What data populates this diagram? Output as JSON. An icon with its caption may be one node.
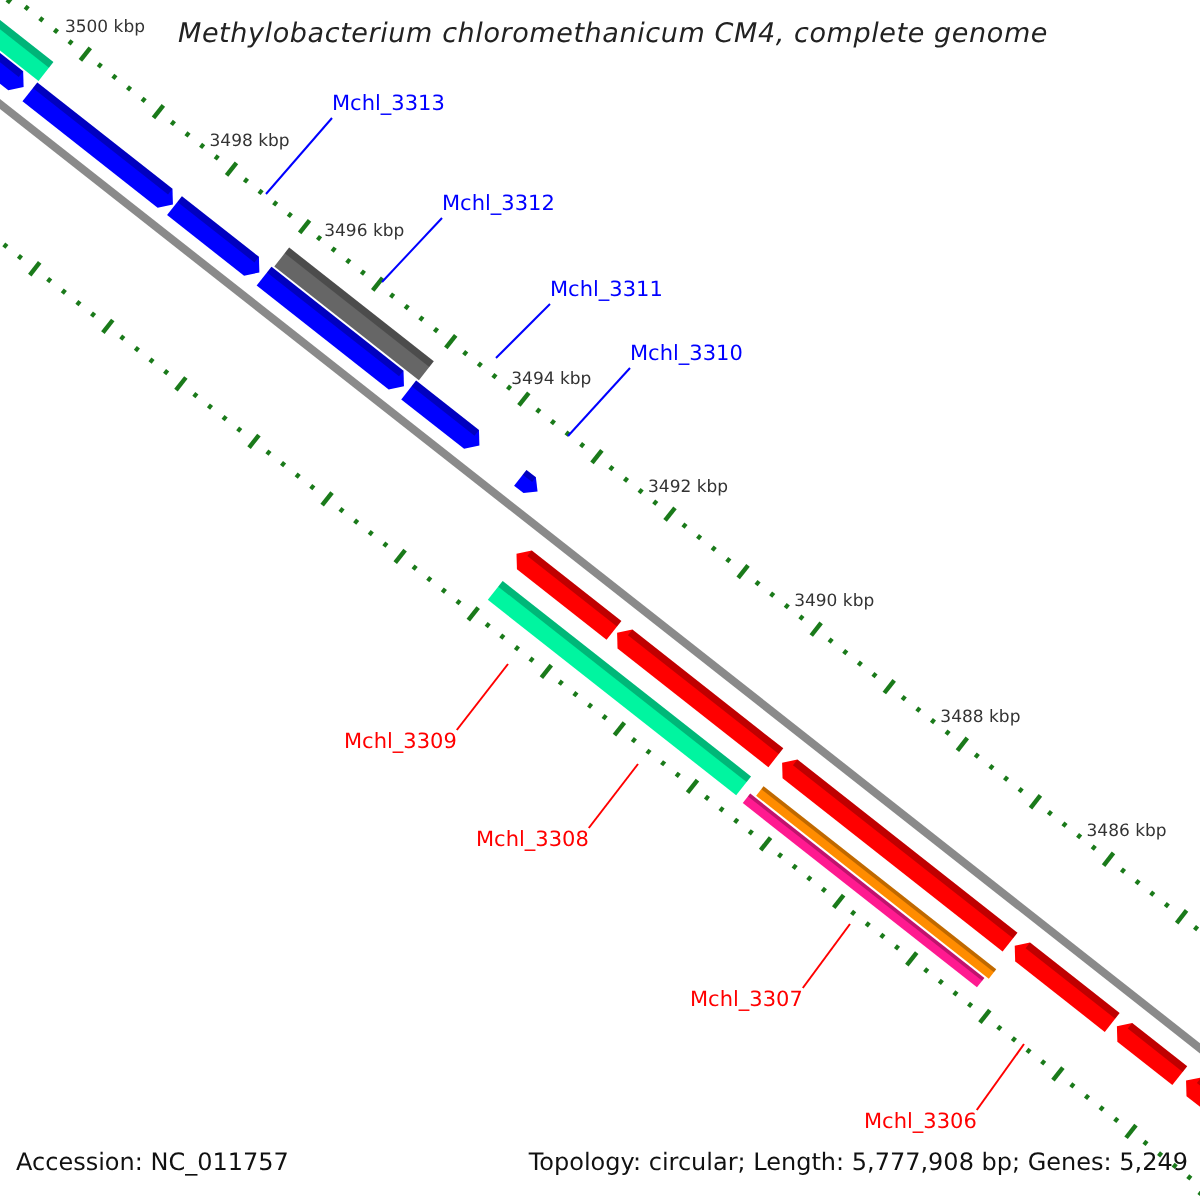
{
  "diagram": {
    "title": "Methylobacterium chloromethanicum CM4, complete genome",
    "nodes": [
      {
        "text": [
          "Mchl_3313"
        ]
      },
      {
        "text": [
          "Mchl_3312"
        ]
      },
      {
        "text": [
          "Mchl_3311"
        ]
      },
      {
        "text": [
          "Mchl_3310"
        ]
      },
      {
        "text": [
          "Mchl_3309"
        ]
      },
      {
        "text": [
          "Mchl_3308"
        ]
      },
      {
        "text": [
          "Mchl_3307"
        ]
      },
      {
        "text": [
          "Mchl_3306"
        ]
      }
    ],
    "edges": [
      {
        "from": 0,
        "to": null,
        "arrow": "none",
        "color": "#0000ff"
      },
      {
        "from": 1,
        "to": null,
        "arrow": "none",
        "color": "#0000ff"
      },
      {
        "from": 2,
        "to": null,
        "arrow": "none",
        "color": "#0000ff"
      },
      {
        "from": 3,
        "to": null,
        "arrow": "none",
        "color": "#0000ff"
      },
      {
        "from": 4,
        "to": null,
        "arrow": "none",
        "color": "#ff0000"
      },
      {
        "from": 5,
        "to": null,
        "arrow": "none",
        "color": "#ff0000"
      },
      {
        "from": 6,
        "to": null,
        "arrow": "none",
        "color": "#ff0000"
      },
      {
        "from": 7,
        "to": null,
        "arrow": "none",
        "color": "#ff0000"
      }
    ],
    "labels": [
      "3500 kbp",
      "3498 kbp",
      "3496 kbp",
      "3494 kbp",
      "3492 kbp",
      "3490 kbp",
      "3488 kbp",
      "3486 kbp",
      "Accession: NC_011757",
      "Topology: circular; Length: 5,777,908 bp; Genes: 5,249"
    ]
  }
}
